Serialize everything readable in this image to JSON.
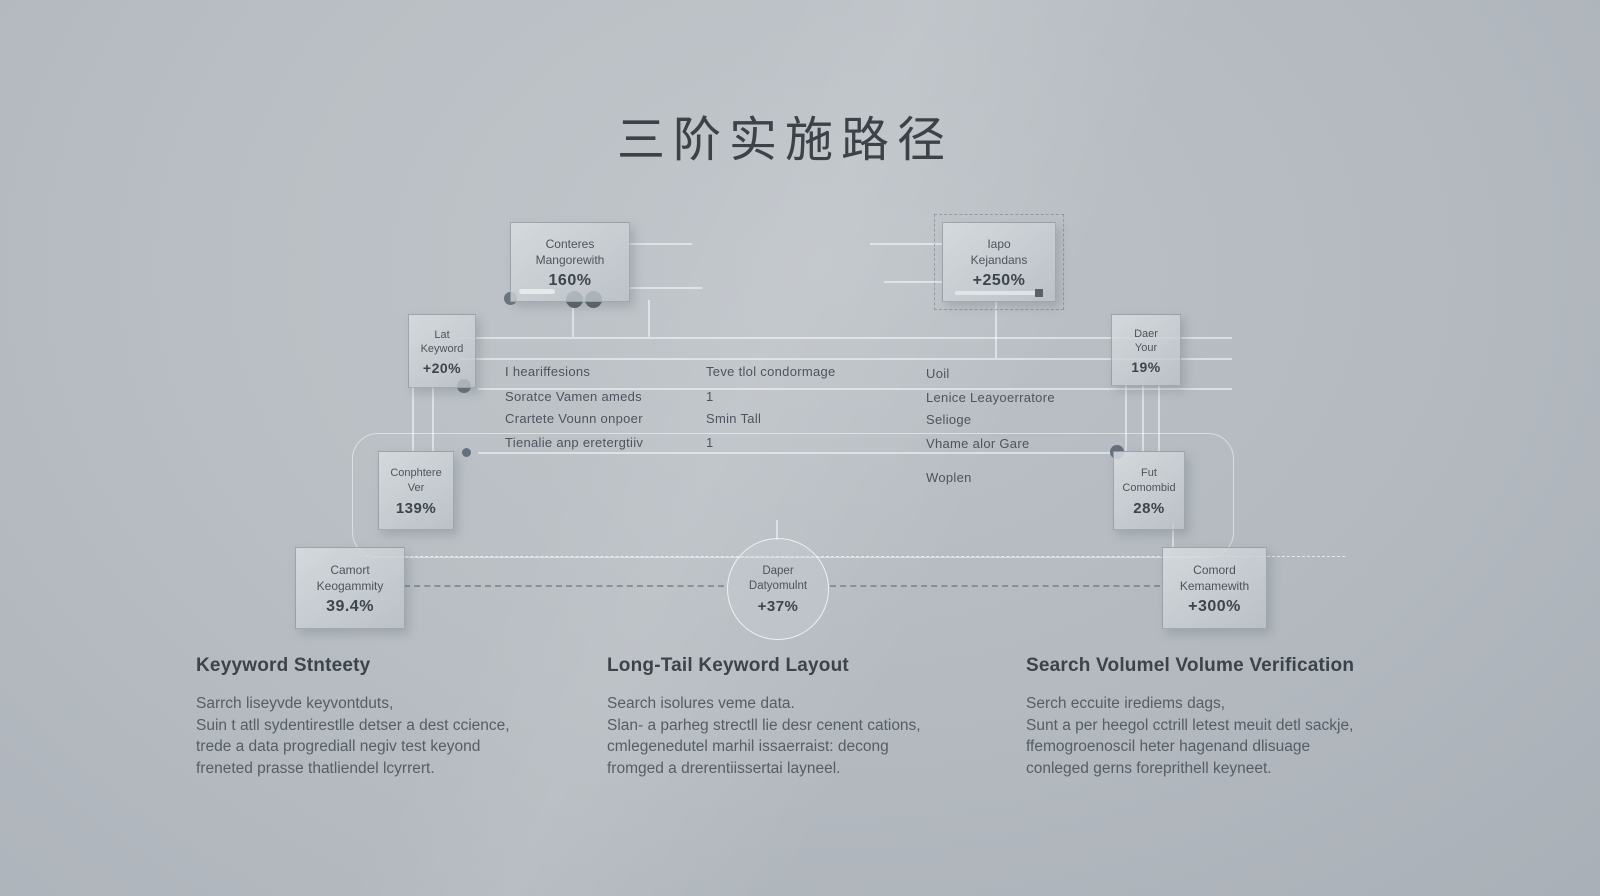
{
  "title": "三阶实施路径",
  "nodes": {
    "conteres": {
      "line1": "Conteres",
      "line2": "Mangorewith",
      "value": "160%"
    },
    "iapo": {
      "line1": "Iapo",
      "line2": "Kejandans",
      "value": "+250%"
    },
    "lat": {
      "line1": "Lat",
      "line2": "Keyword",
      "value": "+20%"
    },
    "daer": {
      "line1": "Daer",
      "line2": "Your",
      "value": "19%"
    },
    "conphtere": {
      "line1": "Conphtere",
      "line2": "Ver",
      "value": "139%"
    },
    "fut": {
      "line1": "Fut",
      "line2": "Comombid",
      "value": "28%"
    },
    "camort": {
      "line1": "Camort",
      "line2": "Keogammity",
      "value": "39.4%"
    },
    "daper": {
      "line1": "Daper",
      "line2": "Datyomulnt",
      "value": "+37%"
    },
    "comord": {
      "line1": "Comord",
      "line2": "Kemamewith",
      "value": "+300%"
    }
  },
  "matrix": {
    "col1": [
      "I heariffesions",
      "Soratce Vamen ameds",
      "Crartete Vounn onpoer",
      "Tienalie anp eretergtiiv"
    ],
    "col2": [
      "Teve tlol condormage",
      "1",
      "Smin Tall",
      "1"
    ],
    "col3": [
      "Uoil",
      "Lenice Leayoerratore",
      "Selioge",
      "Vhame alor Gare",
      "Woplen"
    ]
  },
  "sections": [
    {
      "title": "Keyyword Stnteety",
      "lines": [
        "Sarrch liseyvde keyvontduts,",
        "Suin t atll sydentirestlle detser a dest ccience,",
        "trede a data progrediall negiv test keyond",
        "freneted prasse thatliendel lcyrrert."
      ]
    },
    {
      "title": "Long-Tail Keyword Layout",
      "lines": [
        "Search isolures veme data.",
        "Slan- a parheg strectll lie desr cenent cations,",
        "cmlegenedutel marhil issaerraist: decong",
        "fromged a drerentiissertai layneel."
      ]
    },
    {
      "title": "Search Volumel Volume Verification",
      "lines": [
        "Serch eccuite irediems dags,",
        "Sunt a per heegol cctrill letest meuit detl sackje,",
        "ffemogroenoscil heter hagenand dlisuage",
        "conleged gerns foreprithell keyneet."
      ]
    }
  ],
  "colors": {
    "background": "#b3b9bf",
    "heading": "#3d444b",
    "body_text": "#565e66",
    "box_text": "#4c545c",
    "line": "#ffffff",
    "dot": "#64707c"
  }
}
